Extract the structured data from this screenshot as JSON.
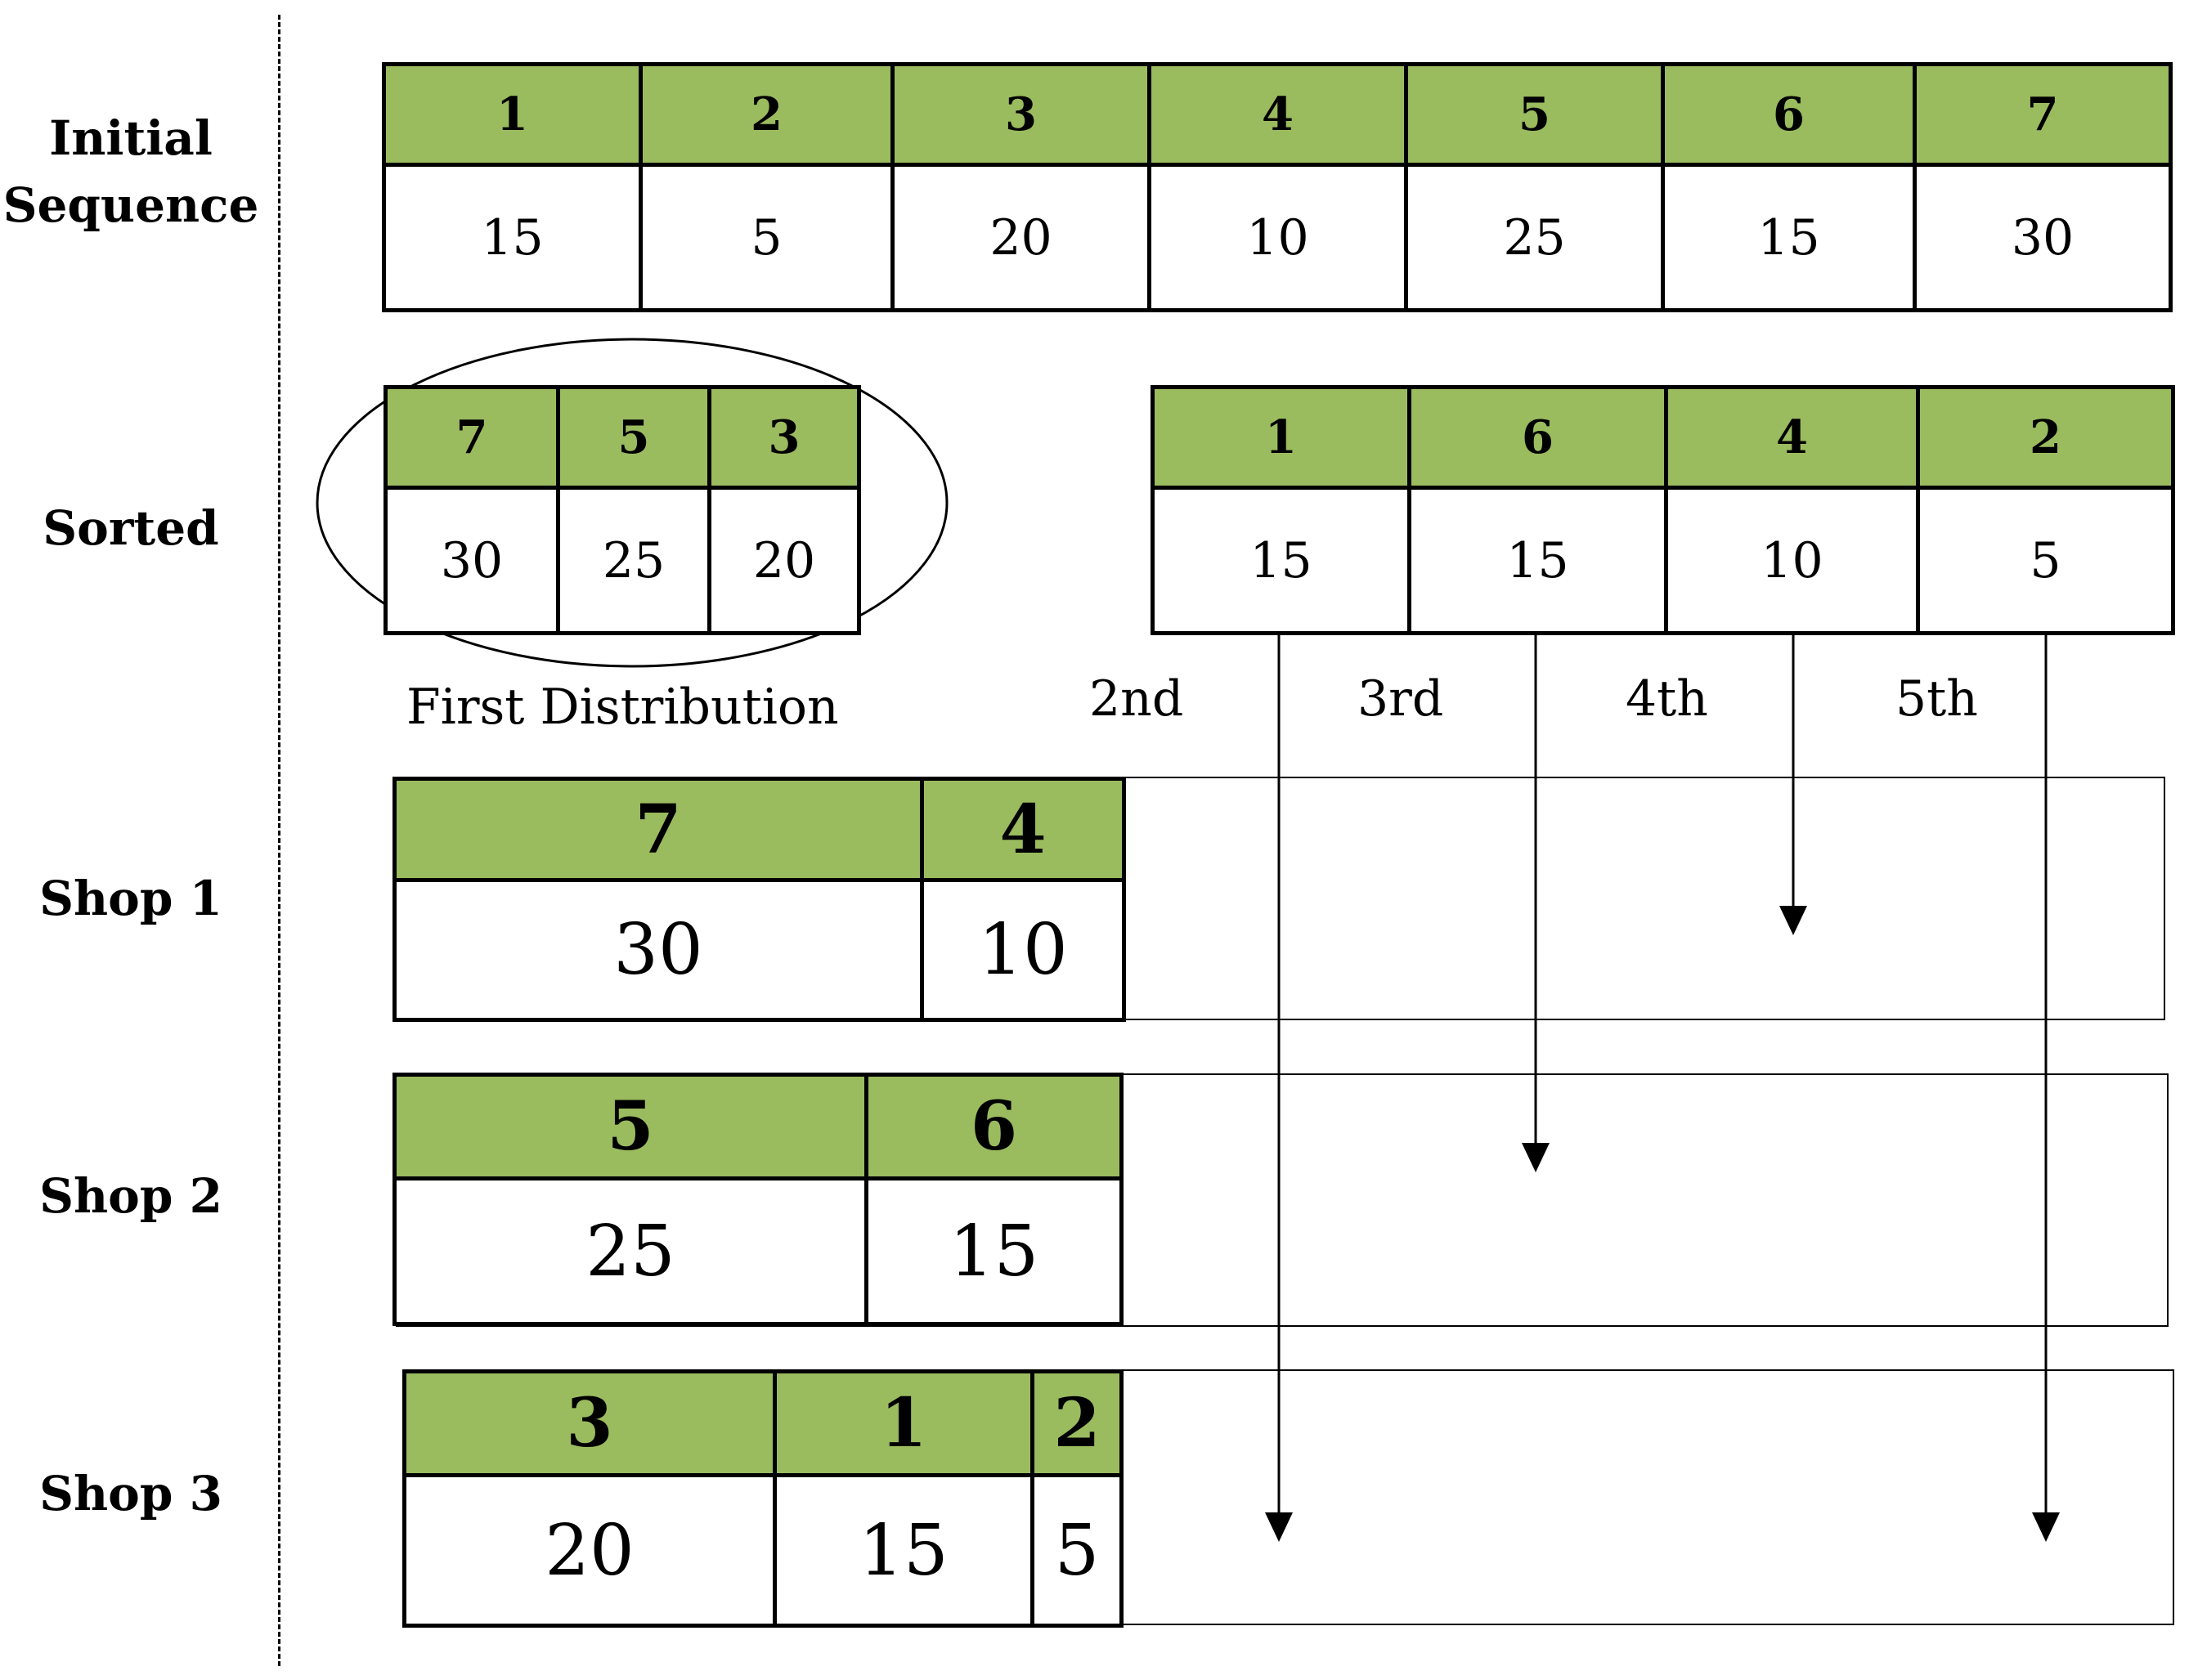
{
  "rows": {
    "initial": "Initial\nSequence",
    "sorted": "Sorted",
    "shop1": "Shop 1",
    "shop2": "Shop 2",
    "shop3": "Shop 3"
  },
  "initial_sequence": {
    "ids": [
      "1",
      "2",
      "3",
      "4",
      "5",
      "6",
      "7"
    ],
    "values": [
      "15",
      "5",
      "20",
      "10",
      "25",
      "15",
      "30"
    ]
  },
  "sorted_first": {
    "ids": [
      "7",
      "5",
      "3"
    ],
    "values": [
      "30",
      "25",
      "20"
    ]
  },
  "sorted_rest": {
    "ids": [
      "1",
      "6",
      "4",
      "2"
    ],
    "values": [
      "15",
      "15",
      "10",
      "5"
    ]
  },
  "labels": {
    "first_distribution": "First Distribution",
    "second": "2nd",
    "third": "3rd",
    "fourth": "4th",
    "fifth": "5th"
  },
  "shops": {
    "shop1": {
      "ids": [
        "7",
        "4"
      ],
      "values": [
        "30",
        "10"
      ]
    },
    "shop2": {
      "ids": [
        "5",
        "6"
      ],
      "values": [
        "25",
        "15"
      ]
    },
    "shop3": {
      "ids": [
        "3",
        "1",
        "2"
      ],
      "values": [
        "20",
        "15",
        "5"
      ]
    }
  }
}
